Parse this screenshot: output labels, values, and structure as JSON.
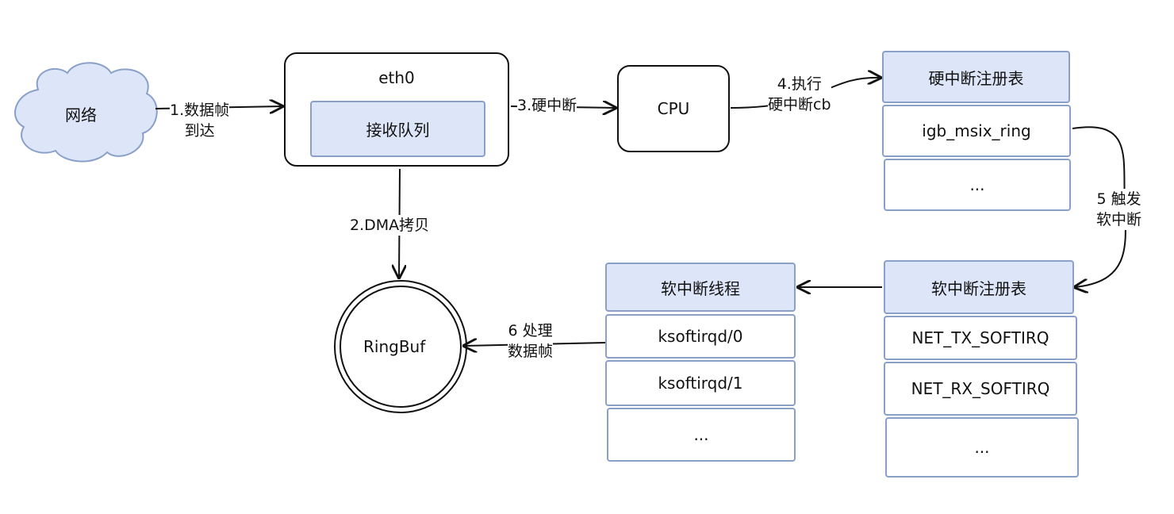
{
  "nodes": {
    "network": "网络",
    "eth0": "eth0",
    "rx_queue": "接收队列",
    "cpu": "CPU",
    "ringbuf": "RingBuf",
    "hard_irq_table": {
      "header": "硬中断注册表",
      "rows": [
        "igb_msix_ring",
        "..."
      ]
    },
    "soft_irq_table": {
      "header": "软中断注册表",
      "rows": [
        "NET_TX_SOFTIRQ",
        "NET_RX_SOFTIRQ",
        "..."
      ]
    },
    "softirq_threads": {
      "header": "软中断线程",
      "rows": [
        "ksoftirqd/0",
        "ksoftirqd/1",
        "..."
      ]
    }
  },
  "edges": {
    "step1": [
      "1.数据帧",
      "到达"
    ],
    "step2": "2.DMA拷贝",
    "step3": "3.硬中断",
    "step4": [
      "4.执行",
      "硬中断cb"
    ],
    "step5": [
      "5 触发",
      "软中断"
    ],
    "step6": [
      "6 处理",
      "数据帧"
    ]
  },
  "colors": {
    "header_fill": "#dde6f8",
    "cell_border": "#8aa0c8",
    "cloud_fill": "#dde6f8",
    "stroke": "#111111"
  }
}
